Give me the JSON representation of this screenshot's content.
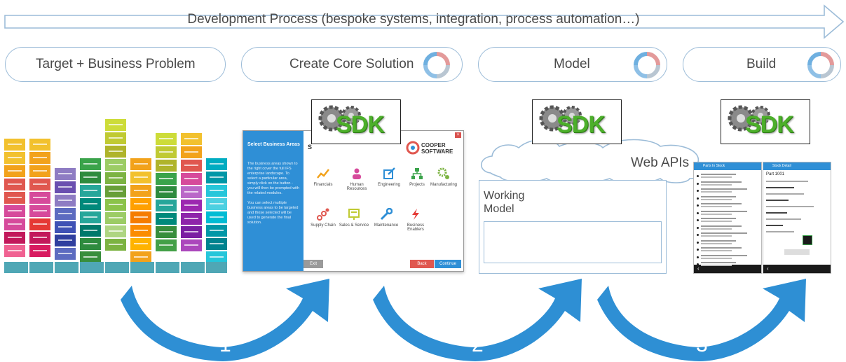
{
  "banner": {
    "text": "Development Process (bespoke systems, integration, process automation…)"
  },
  "stages": [
    {
      "label": "Target + Business Problem"
    },
    {
      "label": "Create Core Solution"
    },
    {
      "label": "Model"
    },
    {
      "label": "Build"
    }
  ],
  "sdk_label": "SDK",
  "dialog": {
    "side_title": "Select Business Areas",
    "side_text_1": "The business areas shown to the right cover the full IFS enterprise landscape. To select a particular area, simply click on the button - you will then be prompted with the related modules.",
    "side_text_2": "You can select multiple business areas to be targeted and those selected will be used to generate the final solution.",
    "header_partial": "S",
    "brand_line1": "COOPER",
    "brand_line2": "SOFTWARE",
    "areas": [
      {
        "label": "Financials",
        "icon": "chart-line-icon",
        "color": "#f2a21b"
      },
      {
        "label": "Human Resources",
        "icon": "people-icon",
        "color": "#d64a9b"
      },
      {
        "label": "Engineering",
        "icon": "edit-icon",
        "color": "#2f8fd6"
      },
      {
        "label": "Projects",
        "icon": "org-chart-icon",
        "color": "#3aa34a"
      },
      {
        "label": "Manufacturing",
        "icon": "gears-icon",
        "color": "#7cb342"
      },
      {
        "label": "Supply Chain",
        "icon": "chain-icon",
        "color": "#e0574f"
      },
      {
        "label": "Sales & Service",
        "icon": "presentation-icon",
        "color": "#c0ca33"
      },
      {
        "label": "Maintenance",
        "icon": "wrench-icon",
        "color": "#2f8fd6"
      },
      {
        "label": "Business Enablers",
        "icon": "lightning-icon",
        "color": "#e53935"
      }
    ],
    "exit_label": "Exit",
    "back_label": "Back",
    "continue_label": "Continue"
  },
  "cloud": {
    "label": "Web APIs"
  },
  "working_model": {
    "label": "Working Model"
  },
  "phones": [
    {
      "title": "Parts In Stock"
    },
    {
      "title": "Stock Detail",
      "part": "Part 1001"
    }
  ],
  "steps": [
    "1",
    "2",
    "3"
  ],
  "colors": {
    "arrow_blue": "#2e8fd4",
    "outline_blue": "#9cbcd8",
    "sdk_green": "#4caf2a"
  }
}
